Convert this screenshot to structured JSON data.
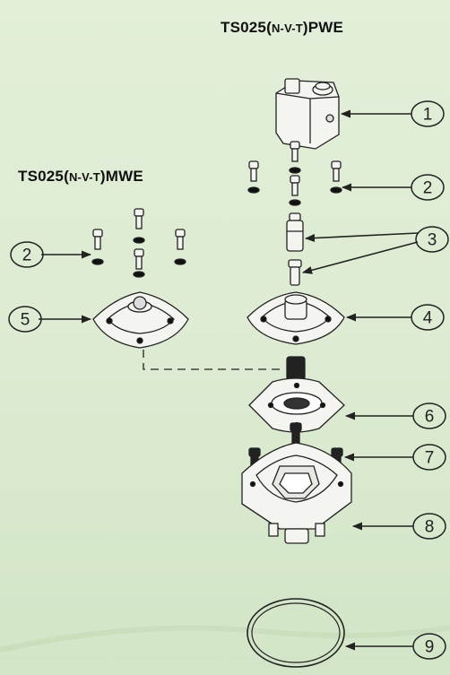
{
  "titles": {
    "pwe": {
      "prefix": "TS025(",
      "mid": "N-V-T",
      "suffix": ")PWE"
    },
    "mwe": {
      "prefix": "TS025(",
      "mid": "N-V-T",
      "suffix": ")MWE"
    }
  },
  "callouts": [
    "1",
    "2",
    "3",
    "4",
    "5",
    "6",
    "7",
    "8",
    "9",
    "2"
  ],
  "colors": {
    "line": "#222222",
    "part_fill": "#f4f4f0",
    "background": "#dcebd1"
  }
}
